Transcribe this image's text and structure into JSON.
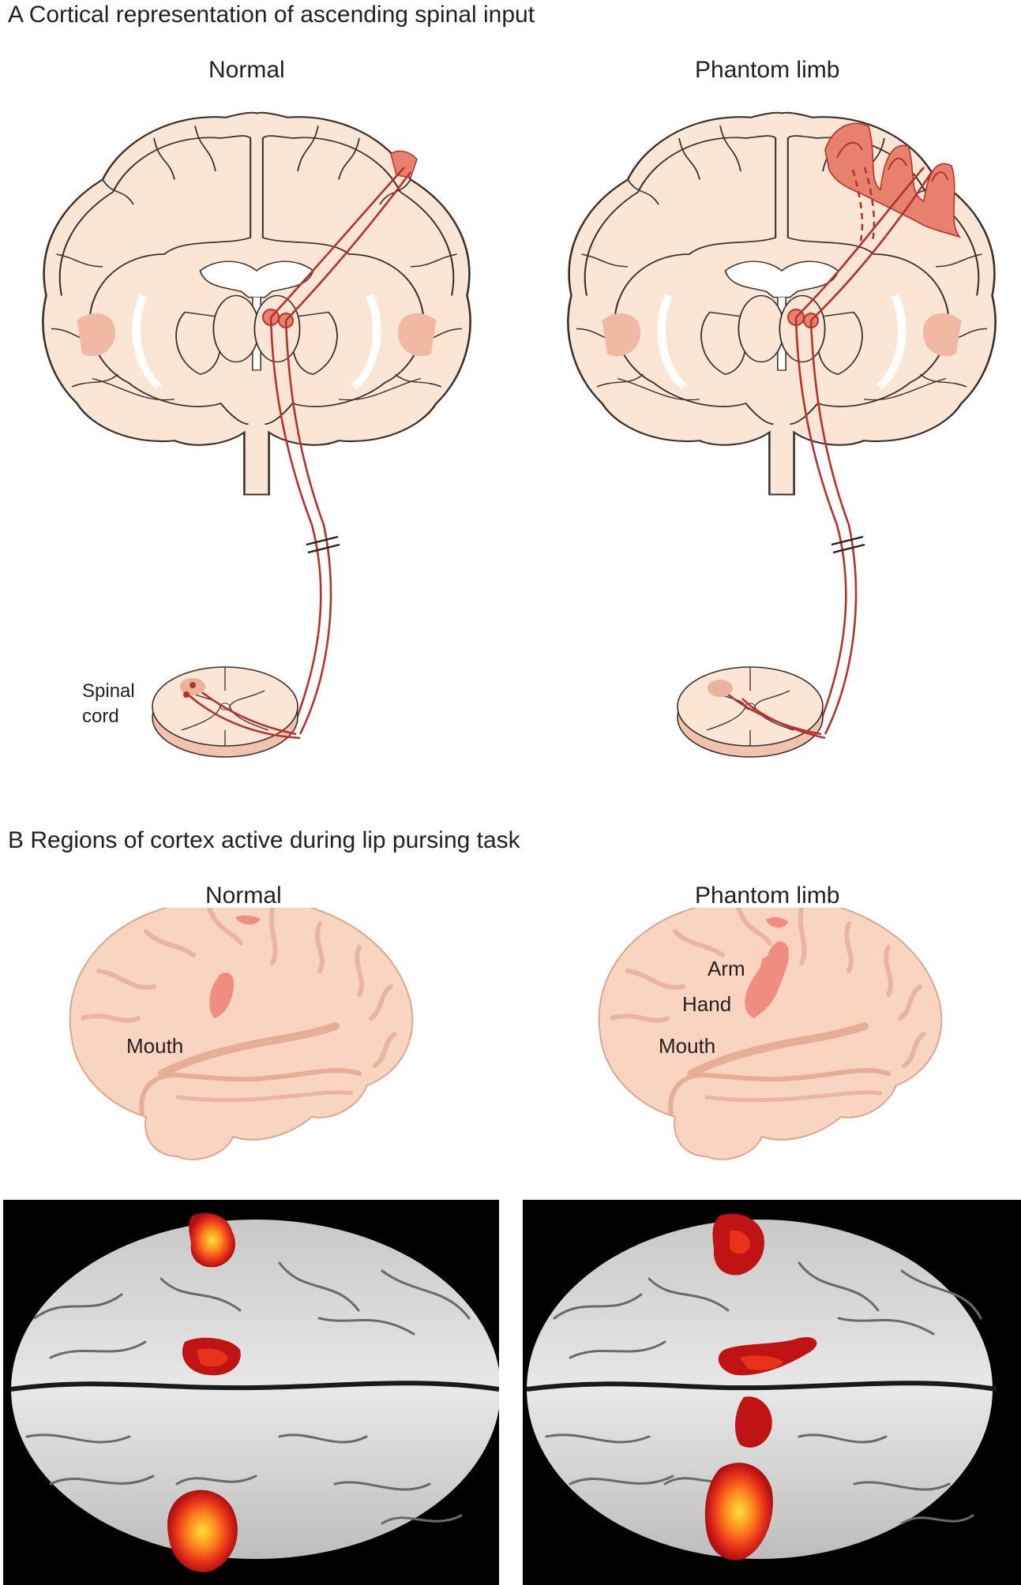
{
  "panel_a": {
    "title": "A  Cortical representation of ascending spinal input",
    "left_heading": "Normal",
    "right_heading": "Phantom limb",
    "spinal_label_1": "Spinal",
    "spinal_label_2": "cord"
  },
  "panel_b": {
    "title": "B  Regions of cortex active during lip pursing task",
    "left_heading": "Normal",
    "right_heading": "Phantom limb",
    "normal_labels": {
      "mouth": "Mouth"
    },
    "phantom_labels": {
      "arm": "Arm",
      "hand": "Hand",
      "mouth": "Mouth"
    }
  },
  "colors": {
    "tissue": "#fbe6d6",
    "tissue_outline": "#3a302c",
    "pathway": "#b5332e",
    "highlight": "#e8806e",
    "lateral_brain": "#f9d4c0",
    "activation_hot": "#ffe13a",
    "activation_warm": "#ff5a1e",
    "activation_cool": "#c01414",
    "fmri_background": "#000000"
  },
  "icons": [
    "coronal-brain-section",
    "spinal-cord-section",
    "lateral-brain-view",
    "fmri-scan"
  ]
}
